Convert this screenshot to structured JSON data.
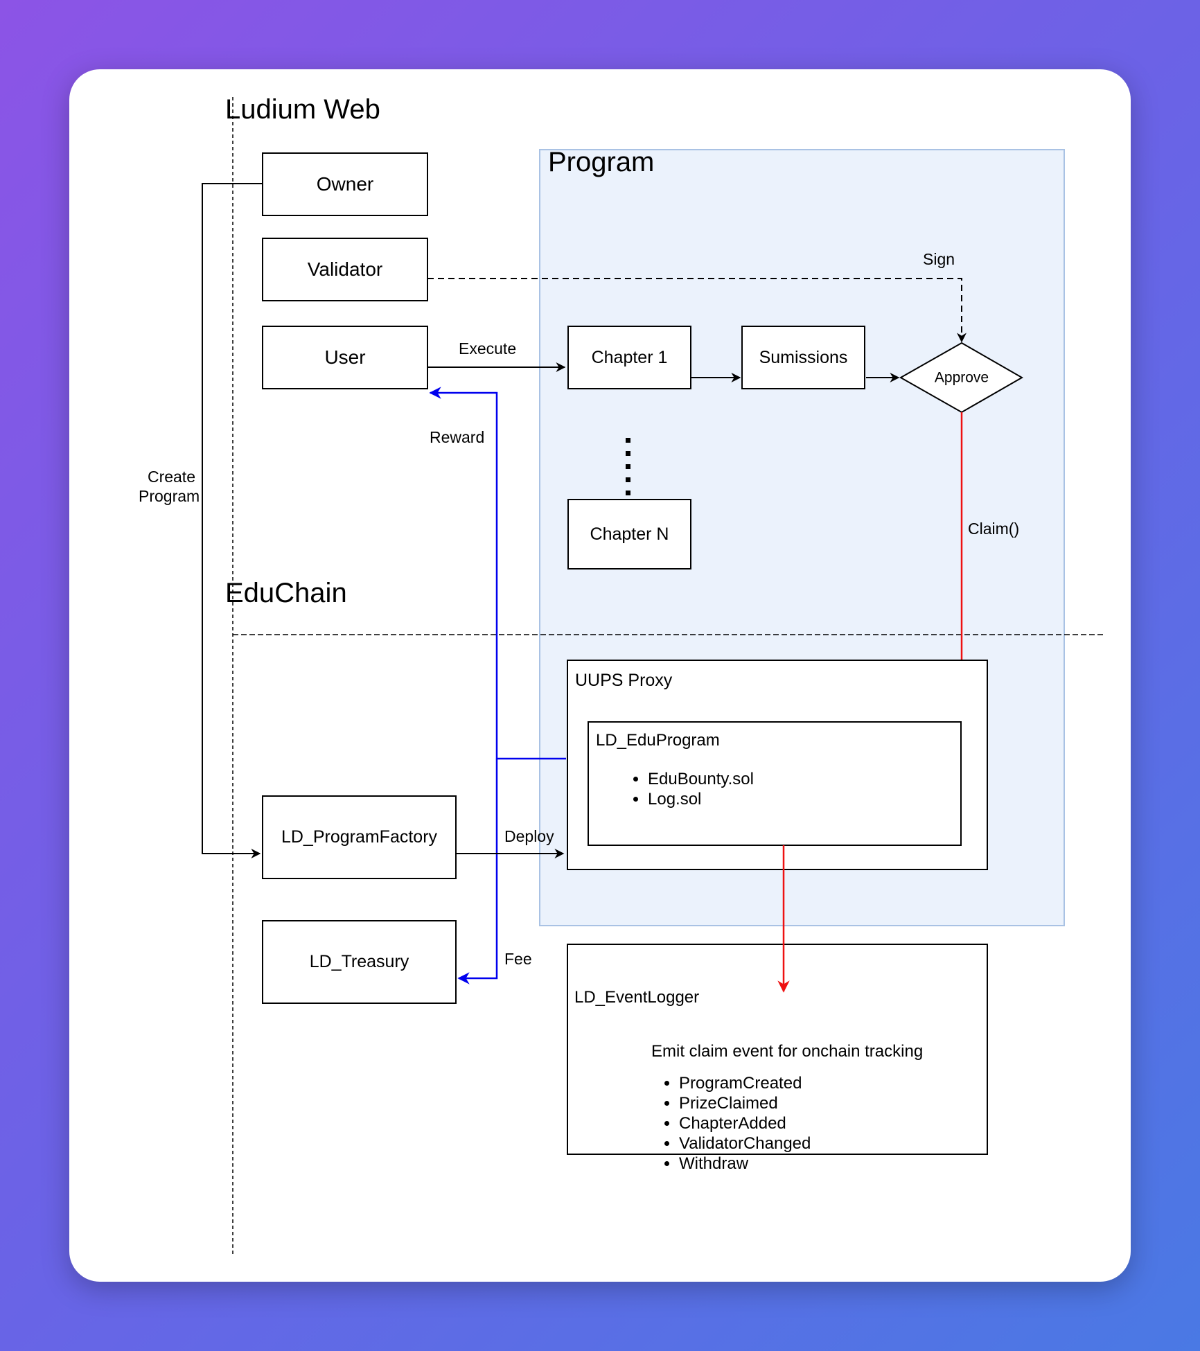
{
  "sections": {
    "ludium_web": "Ludium Web",
    "program": "Program",
    "educhain": "EduChain"
  },
  "nodes": {
    "owner": "Owner",
    "validator": "Validator",
    "user": "User",
    "chapter1": "Chapter 1",
    "chapterN": "Chapter N",
    "submissions": "Sumissions",
    "approve": "Approve",
    "program_factory": "LD_ProgramFactory",
    "treasury": "LD_Treasury"
  },
  "uups_proxy": {
    "title": "UUPS Proxy",
    "inner_title": "LD_EduProgram",
    "items": [
      "EduBounty.sol",
      "Log.sol"
    ]
  },
  "event_logger": {
    "title": "LD_EventLogger",
    "description": "Emit claim event for onchain tracking",
    "events": [
      "ProgramCreated",
      "PrizeClaimed",
      "ChapterAdded",
      "ValidatorChanged",
      "Withdraw"
    ]
  },
  "edges": {
    "create_program_line1": "Create",
    "create_program_line2": "Program",
    "sign": "Sign",
    "execute": "Execute",
    "reward": "Reward",
    "claim": "Claim()",
    "deploy": "Deploy",
    "fee": "Fee"
  },
  "colors": {
    "program_fill": "#ebf2fc",
    "program_border": "#a9c2e4",
    "reward_fee_arrow": "#0000ee",
    "claim_arrow": "#ee1111",
    "default_arrow": "#000000"
  }
}
